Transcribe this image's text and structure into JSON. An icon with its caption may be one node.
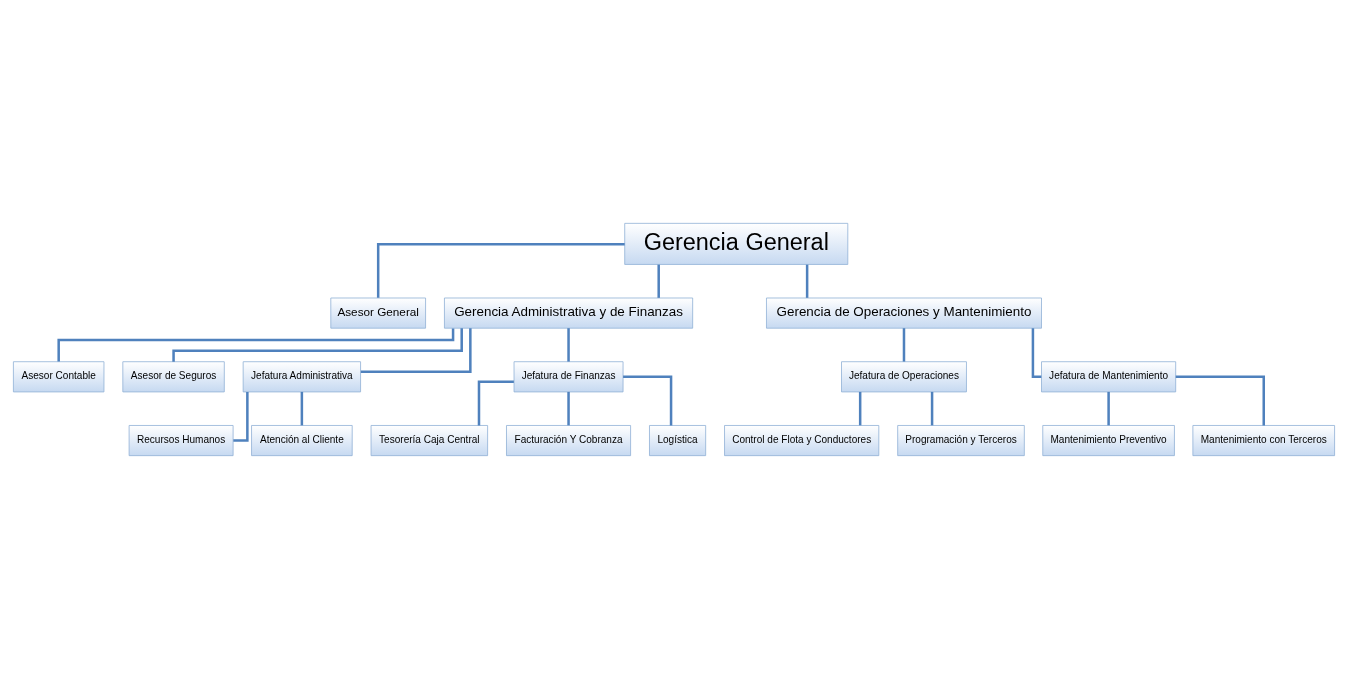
{
  "diagram": {
    "nodes": [
      {
        "text": [
          "Gerencia General"
        ]
      },
      {
        "text": [
          "Asesor General"
        ]
      },
      {
        "text": [
          "Gerencia Administrativa y de Finanzas"
        ]
      },
      {
        "text": [
          "Gerencia de Operaciones y Mantenimiento"
        ]
      },
      {
        "text": [
          "Asesor Contable"
        ]
      },
      {
        "text": [
          "Asesor de Seguros"
        ]
      },
      {
        "text": [
          "Jefatura Administrativa"
        ]
      },
      {
        "text": [
          "Jefatura de Finanzas"
        ]
      },
      {
        "text": [
          "Jefatura de Operaciones"
        ]
      },
      {
        "text": [
          "Jefatura de Mantenimiento"
        ]
      },
      {
        "text": [
          "Recursos Humanos"
        ]
      },
      {
        "text": [
          "Atención al Cliente"
        ]
      },
      {
        "text": [
          "Tesorería Caja Central"
        ]
      },
      {
        "text": [
          "Facturación Y Cobranza"
        ]
      },
      {
        "text": [
          "Logística"
        ]
      },
      {
        "text": [
          "Control de Flota y Conductores"
        ]
      },
      {
        "text": [
          "Programación y Terceros"
        ]
      },
      {
        "text": [
          "Mantenimiento Preventivo"
        ]
      },
      {
        "text": [
          "Mantenimiento con Terceros"
        ]
      }
    ],
    "edges": [
      {
        "from": 0,
        "to": 1,
        "arrow": "none"
      },
      {
        "from": 0,
        "to": 2,
        "arrow": "none"
      },
      {
        "from": 0,
        "to": 3,
        "arrow": "none"
      },
      {
        "from": 2,
        "to": 4,
        "arrow": "none"
      },
      {
        "from": 2,
        "to": 5,
        "arrow": "none"
      },
      {
        "from": 2,
        "to": 6,
        "arrow": "none"
      },
      {
        "from": 2,
        "to": 7,
        "arrow": "none"
      },
      {
        "from": 3,
        "to": 8,
        "arrow": "none"
      },
      {
        "from": 3,
        "to": 9,
        "arrow": "none"
      },
      {
        "from": 6,
        "to": 10,
        "arrow": "none"
      },
      {
        "from": 6,
        "to": 11,
        "arrow": "none"
      },
      {
        "from": 7,
        "to": 12,
        "arrow": "none"
      },
      {
        "from": 7,
        "to": 13,
        "arrow": "none"
      },
      {
        "from": 7,
        "to": 14,
        "arrow": "none"
      },
      {
        "from": 8,
        "to": 15,
        "arrow": "none"
      },
      {
        "from": 8,
        "to": 16,
        "arrow": "none"
      },
      {
        "from": 9,
        "to": 17,
        "arrow": "none"
      },
      {
        "from": 9,
        "to": 18,
        "arrow": "none"
      }
    ]
  }
}
